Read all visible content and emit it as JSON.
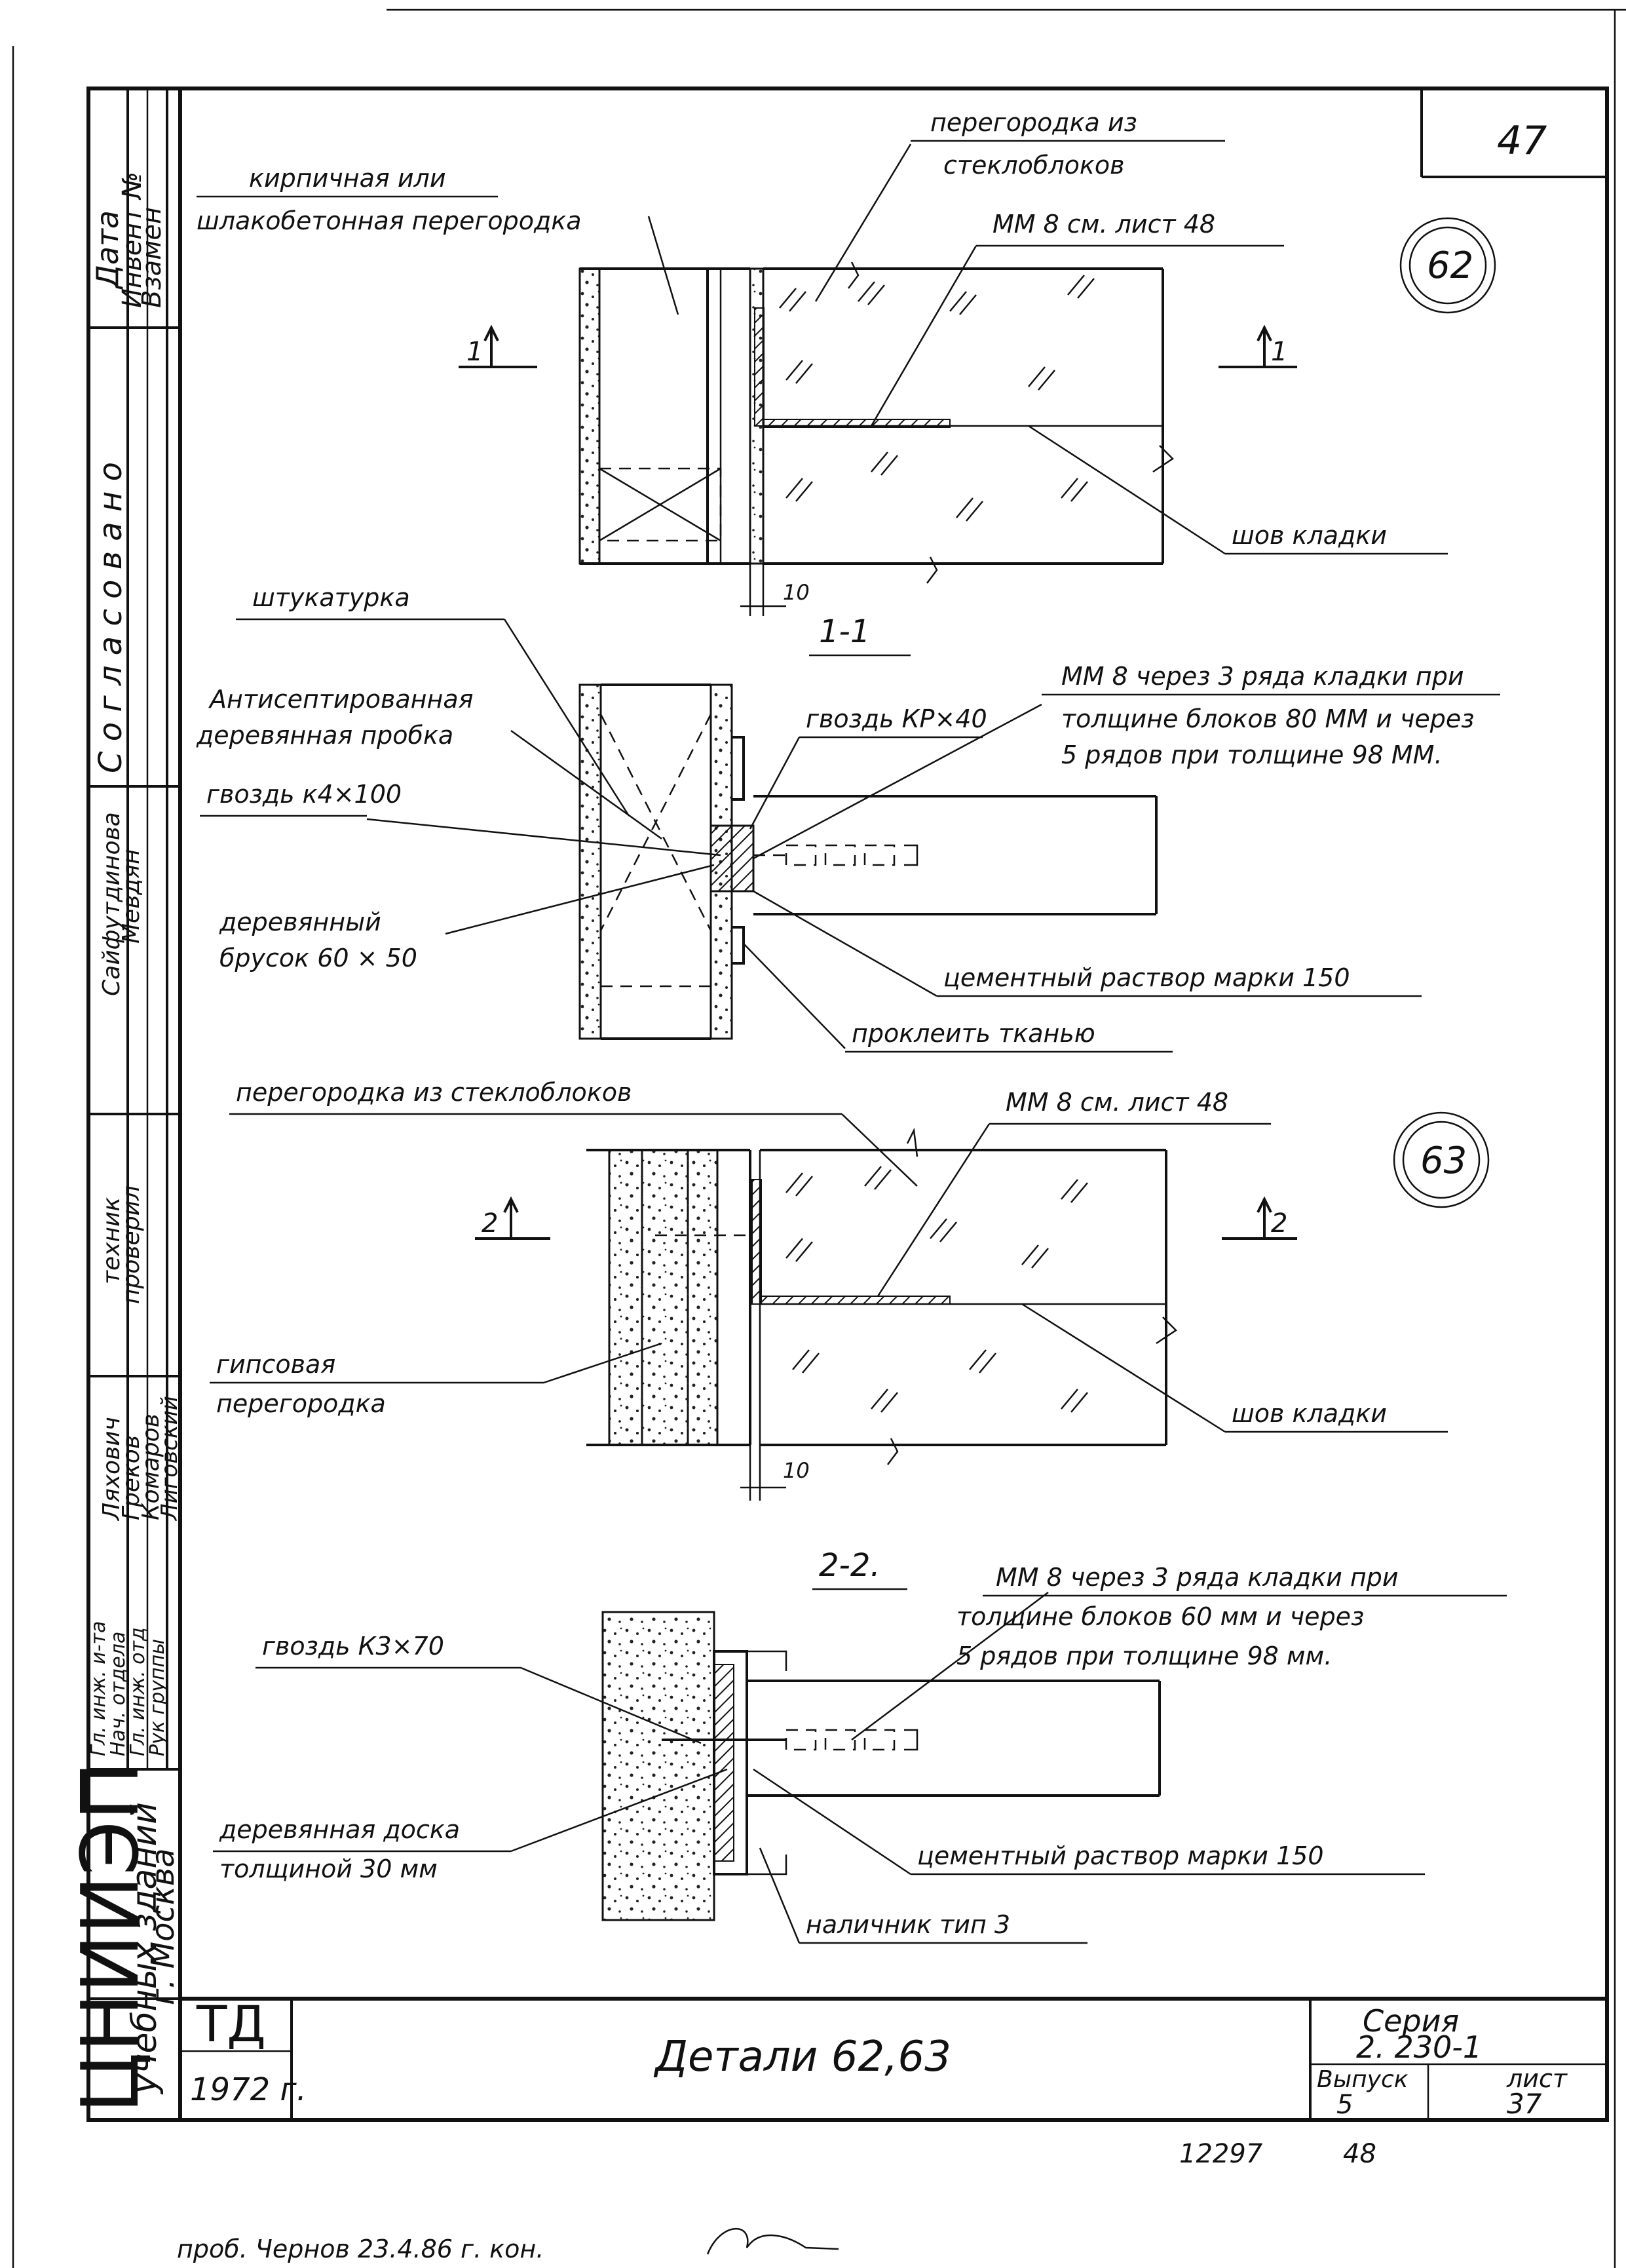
{
  "sheet": {
    "page_number": "47",
    "marks": {
      "detail_62": "62",
      "detail_63": "63"
    }
  },
  "stamp_column": {
    "top": {
      "date": "Дата",
      "inv_no": "Инвент №",
      "instead": "Взамен"
    },
    "agreed_letters": "С о г л а с о в а н о",
    "agreed_names": [
      "Сайфутдинова",
      "Мевдян"
    ],
    "roles": {
      "technician": "техник",
      "checked": "проверил",
      "chief_engineer": "Гл. инж. и-та",
      "head_dept": "Нач. отдела",
      "chief_eng_dept": "Гл. инж. отд",
      "group_lead": "Рук группы"
    },
    "names": [
      "Ляхович",
      "Греков",
      "Комаров",
      "Лиговский"
    ],
    "org_logo": "ЦНИИЭП",
    "org_line1": "учебных зданий",
    "org_line2": "г. Москва"
  },
  "detail_62": {
    "label_partition_brick": "кирпичная   или",
    "label_partition_brick2": "шлакобетонная   перегородка",
    "label_glass_partition": "перегородка   из",
    "label_glass_partition2": "стеклоблоков",
    "label_mm8": "ММ 8    см. лист 48",
    "label_joint": "шов  кладки",
    "section_mark": "1",
    "dim_10": "10"
  },
  "section_1_1": {
    "title": "1-1",
    "plaster": "штукатурка",
    "plug1": "Антисептированная",
    "plug2": "деревянная   пробка",
    "nail1": "гвоздь  к4×100",
    "nail2": "гвоздь  КР×40",
    "bar1": "деревянный",
    "bar2": "брусок  60 × 50",
    "mm_note1": "ММ 8 через  3 ряда  кладки  при",
    "mm_note2": "толщине  блоков  80 ММ  и  через",
    "mm_note3": "5 рядов   при  толщине  98 ММ.",
    "mortar": "цементный   раствор  марки  150",
    "glue": "проклеить   тканью"
  },
  "detail_63": {
    "label_glass_partition": "перегородка   из   стеклоблоков",
    "label_mm8": "ММ  8     см. лист 48",
    "label_gypsum1": "гипсовая",
    "label_gypsum2": "перегородка",
    "label_joint": "шов  кладки",
    "section_mark": "2",
    "dim_10": "10"
  },
  "section_2_2": {
    "title": "2-2.",
    "nail": "гвоздь      К3×70",
    "board1": "деревянная   доска",
    "board2": "толщиной   30 мм",
    "mm_note1": "ММ  8    через  3 ряда  кладки  при",
    "mm_note2": "толщине  блоков  60 мм  и  через",
    "mm_note3": "5 рядов   при  толщине   98 мм.",
    "mortar": "цементный   раствор   марки   150",
    "trim": "наличник   тип 3"
  },
  "title_block": {
    "td": "ТД",
    "year": "1972 г.",
    "title": "Детали   62,63",
    "series_label": "Серия",
    "series_value": "2. 230-1",
    "issue_label": "Выпуск",
    "issue_value": "5",
    "sheet_label": "лист",
    "sheet_value": "37"
  },
  "footer": {
    "number": "12297",
    "sheet_ref": "48",
    "note": "проб.     Чернов   23.4.86 г.    кон."
  }
}
